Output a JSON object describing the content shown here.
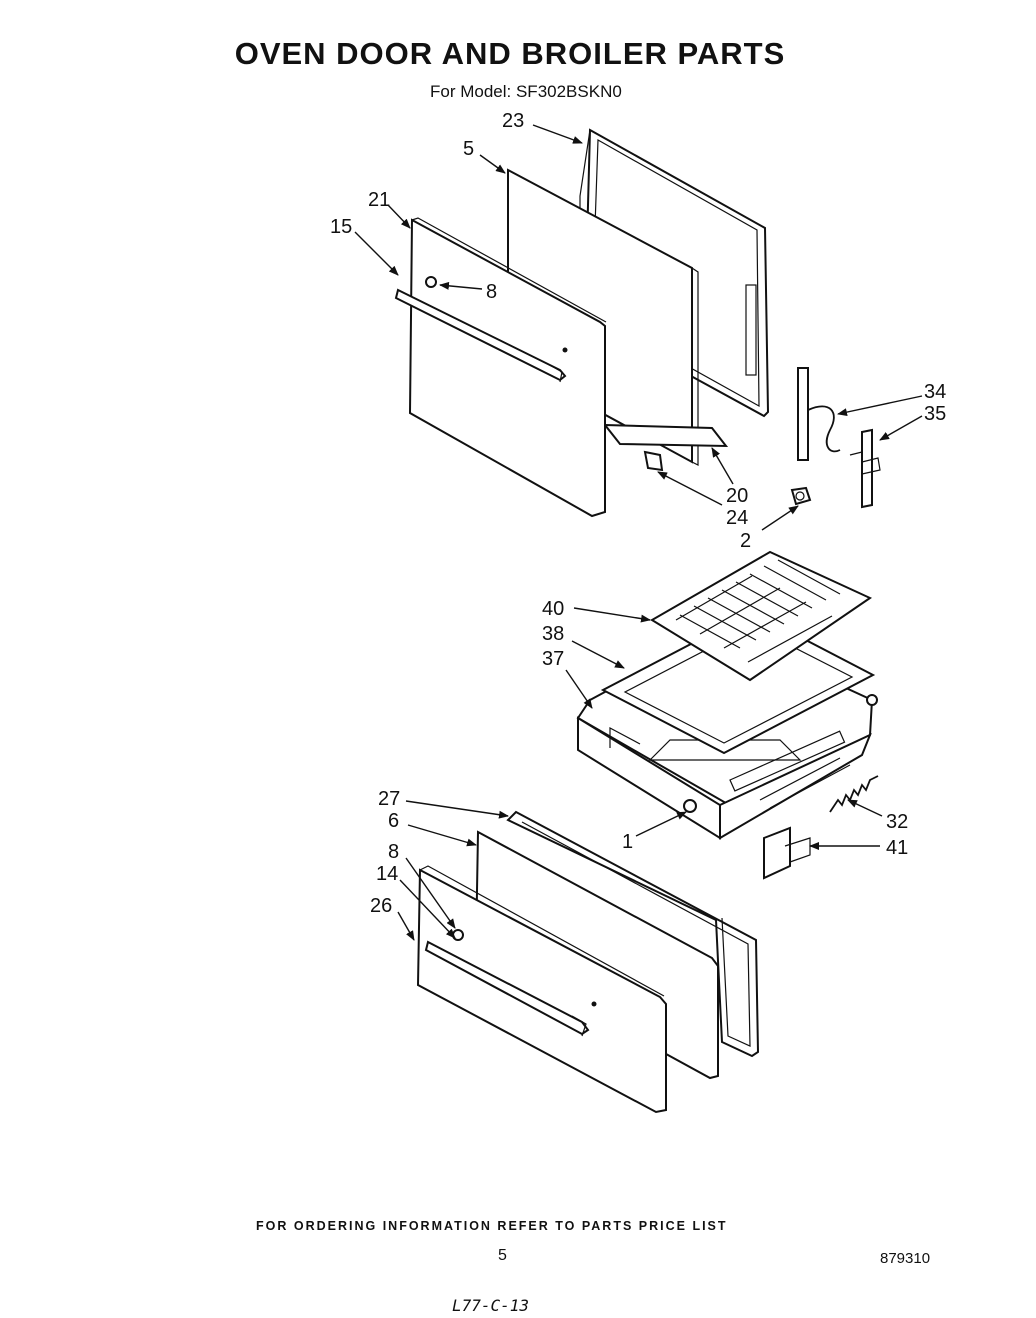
{
  "title": "OVEN DOOR AND BROILER PARTS",
  "subtitle": "For Model: SF302BSKN0",
  "footer": "FOR ORDERING INFORMATION REFER TO PARTS PRICE LIST",
  "page_number": "5",
  "document_number": "879310",
  "handwritten_note": "L77-C-13",
  "callouts": {
    "c23": "23",
    "c5": "5",
    "c21": "21",
    "c15": "15",
    "c8a": "8",
    "c34": "34",
    "c35": "35",
    "c20": "20",
    "c24": "24",
    "c2": "2",
    "c40": "40",
    "c38": "38",
    "c37": "37",
    "c27": "27",
    "c6": "6",
    "c8b": "8",
    "c14": "14",
    "c26": "26",
    "c1": "1",
    "c32": "32",
    "c41": "41"
  }
}
